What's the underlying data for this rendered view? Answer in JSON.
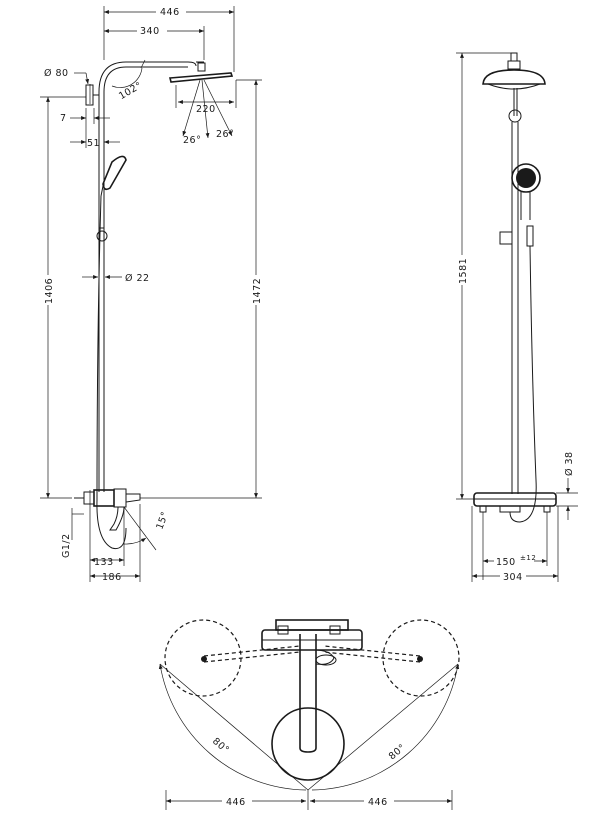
{
  "side_view": {
    "width_total": "446",
    "arm_length": "340",
    "head_diameter": "Ø 80",
    "arm_angle": "102°",
    "head_width": "220",
    "tilt_left": "26°",
    "tilt_right": "26°",
    "wall_offset_7": "7",
    "wall_offset_51": "51",
    "pipe_diameter": "Ø 22",
    "height_1406": "1406",
    "height_1472": "1472",
    "thread": "G1/2",
    "spout_angle": "15°",
    "spout_133": "133",
    "spout_186": "186"
  },
  "front_view": {
    "height_1581": "1581",
    "mixer_height": "Ø 38",
    "centers": "150",
    "centers_tol": "±12",
    "mixer_width": "304"
  },
  "top_view": {
    "swivel_left": "80°",
    "swivel_right": "80°",
    "reach_left": "446",
    "reach_right": "446"
  }
}
